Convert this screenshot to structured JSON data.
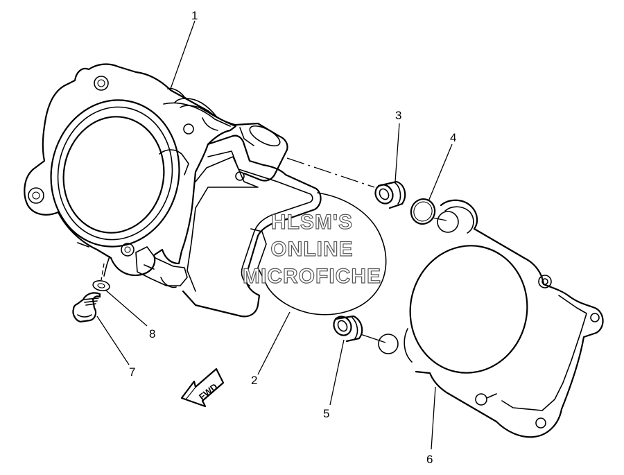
{
  "callouts": [
    "1",
    "2",
    "3",
    "4",
    "5",
    "6",
    "7",
    "8"
  ],
  "watermark": {
    "line1": "HLSM'S",
    "line2": "ONLINE",
    "line3": "MICROFICHE"
  },
  "direction_arrow": {
    "label": "FWD"
  }
}
